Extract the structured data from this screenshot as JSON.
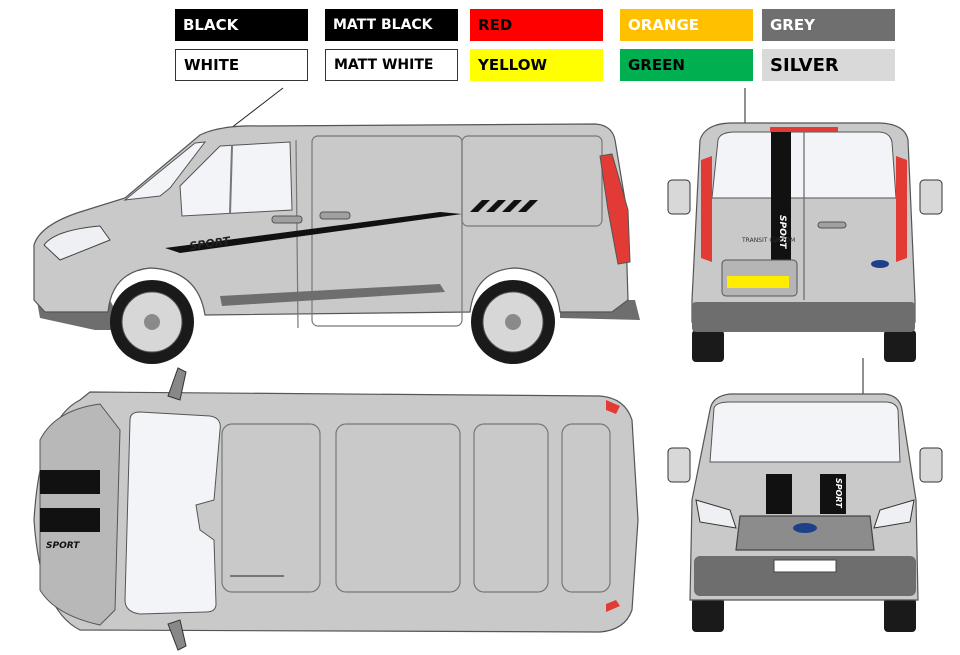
{
  "swatches": [
    {
      "label": "BLACK",
      "bg": "#000000",
      "fg": "#ffffff"
    },
    {
      "label": "MATT BLACK",
      "bg": "#000000",
      "fg": "#ffffff"
    },
    {
      "label": "RED",
      "bg": "#ff0000",
      "fg": "#000000"
    },
    {
      "label": "ORANGE",
      "bg": "#ffc000",
      "fg": "#ffffff"
    },
    {
      "label": "GREY",
      "bg": "#6f6f6f",
      "fg": "#ffffff"
    },
    {
      "label": "WHITE",
      "bg": "#ffffff",
      "fg": "#000000"
    },
    {
      "label": "MATT WHITE",
      "bg": "#ffffff",
      "fg": "#000000"
    },
    {
      "label": "YELLOW",
      "bg": "#ffff00",
      "fg": "#000000"
    },
    {
      "label": "GREEN",
      "bg": "#00b050",
      "fg": "#000000"
    },
    {
      "label": "SILVER",
      "bg": "#d9d9d9",
      "fg": "#000000"
    }
  ],
  "decals": {
    "sport": "SPORT",
    "rear_badge": "TRANSIT CUSTOM"
  },
  "colors": {
    "body": "#c9c9c9",
    "body_dark": "#a9a9a9",
    "trim": "#6e6e6e",
    "glass": "#f2f4f8",
    "stripe": "#111111",
    "lamp": "#e23b36",
    "plate": "#ffec00"
  }
}
